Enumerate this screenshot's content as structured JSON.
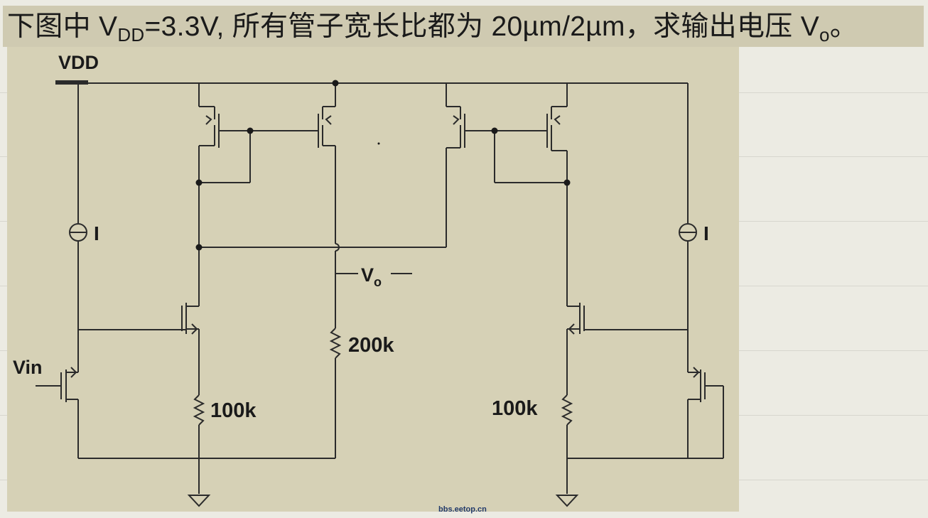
{
  "question": {
    "part1": "下图中 V",
    "sub1": "DD",
    "part2": "=3.3V, 所有管子宽长比都为 20µm/2µm，求输出电压 V",
    "sub2": "o",
    "part3": "。"
  },
  "circuit": {
    "vdd_label": "VDD",
    "vin_label": "Vin",
    "current_left_label": "I",
    "current_right_label": "I",
    "vo_label": "V",
    "vo_sub": "o",
    "r_left_label": "100k",
    "r_mid_label": "200k",
    "r_right_label": "100k"
  },
  "watermark": "bbs.eetop.cn",
  "colors": {
    "panel": "#d6d1b6",
    "question_bg": "#cfcab1",
    "wire": "#2b2b2b"
  }
}
